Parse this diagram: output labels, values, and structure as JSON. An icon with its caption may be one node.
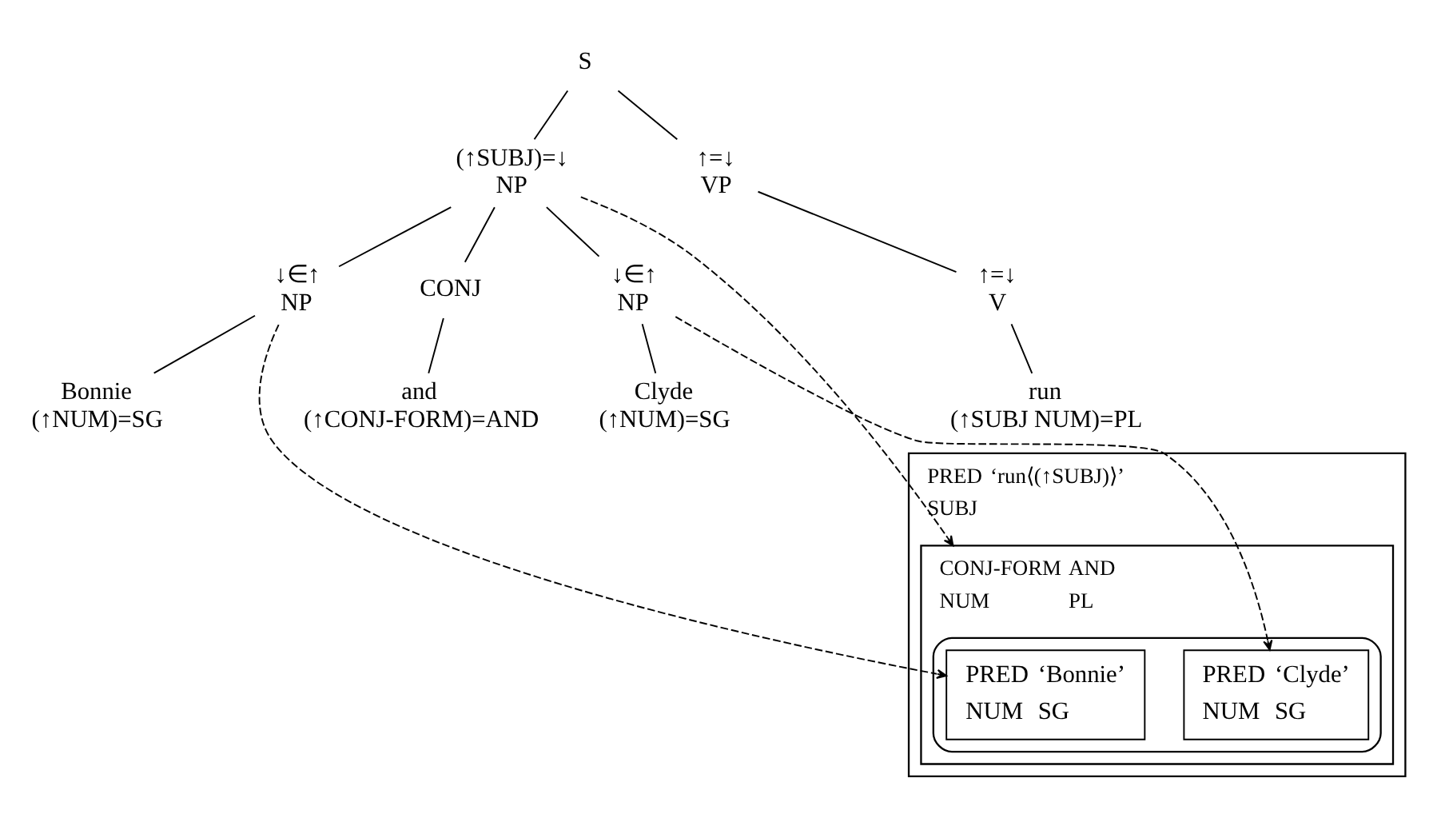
{
  "diagram": {
    "nodes": [
      {
        "text": [
          "S"
        ]
      },
      {
        "text": [
          "(↑SUBJ)=↓",
          "NP"
        ]
      },
      {
        "text": [
          "↑=↓",
          "VP"
        ]
      },
      {
        "text": [
          "↓∈↑",
          "NP"
        ]
      },
      {
        "text": [
          "CONJ"
        ]
      },
      {
        "text": [
          "↓∈↑",
          "NP"
        ]
      },
      {
        "text": [
          "↑=↓",
          "V"
        ]
      },
      {
        "text": [
          "Bonnie",
          "(↑NUM)=SG"
        ]
      },
      {
        "text": [
          "and",
          "(↑CONJ-FORM)=AND"
        ]
      },
      {
        "text": [
          "Clyde",
          "(↑NUM)=SG"
        ]
      },
      {
        "text": [
          "run",
          "(↑SUBJ NUM)=PL"
        ]
      },
      {
        "text": [
          "PRED",
          "‘run⟨(↑SUBJ)⟩’",
          "SUBJ"
        ]
      },
      {
        "text": [
          "CONJ-FORM",
          "AND",
          "NUM",
          "PL"
        ],
        "in": 11
      },
      {
        "text": [],
        "shape": "brace",
        "in": 12
      },
      {
        "text": [
          "PRED",
          "‘Bonnie’",
          "NUM",
          "SG"
        ],
        "in": 13
      },
      {
        "text": [
          "PRED",
          "‘Clyde’",
          "NUM",
          "SG"
        ],
        "in": 13
      }
    ],
    "edges": [
      {
        "from": 0,
        "to": 1,
        "arrow": "none"
      },
      {
        "from": 0,
        "to": 2,
        "arrow": "none"
      },
      {
        "from": 1,
        "to": 3,
        "arrow": "none"
      },
      {
        "from": 1,
        "to": 4,
        "arrow": "none"
      },
      {
        "from": 1,
        "to": 5,
        "arrow": "none"
      },
      {
        "from": 2,
        "to": 6,
        "arrow": "none"
      },
      {
        "from": 3,
        "to": 7,
        "arrow": "none"
      },
      {
        "from": 4,
        "to": 8,
        "arrow": "none"
      },
      {
        "from": 5,
        "to": 9,
        "arrow": "none"
      },
      {
        "from": 6,
        "to": 10,
        "arrow": "none"
      },
      {
        "from": 1,
        "to": 12,
        "arrow": "to",
        "style": "dashed"
      },
      {
        "from": 3,
        "to": 14,
        "arrow": "to",
        "style": "dashed"
      },
      {
        "from": 5,
        "to": 15,
        "arrow": "to",
        "style": "dashed"
      }
    ]
  }
}
